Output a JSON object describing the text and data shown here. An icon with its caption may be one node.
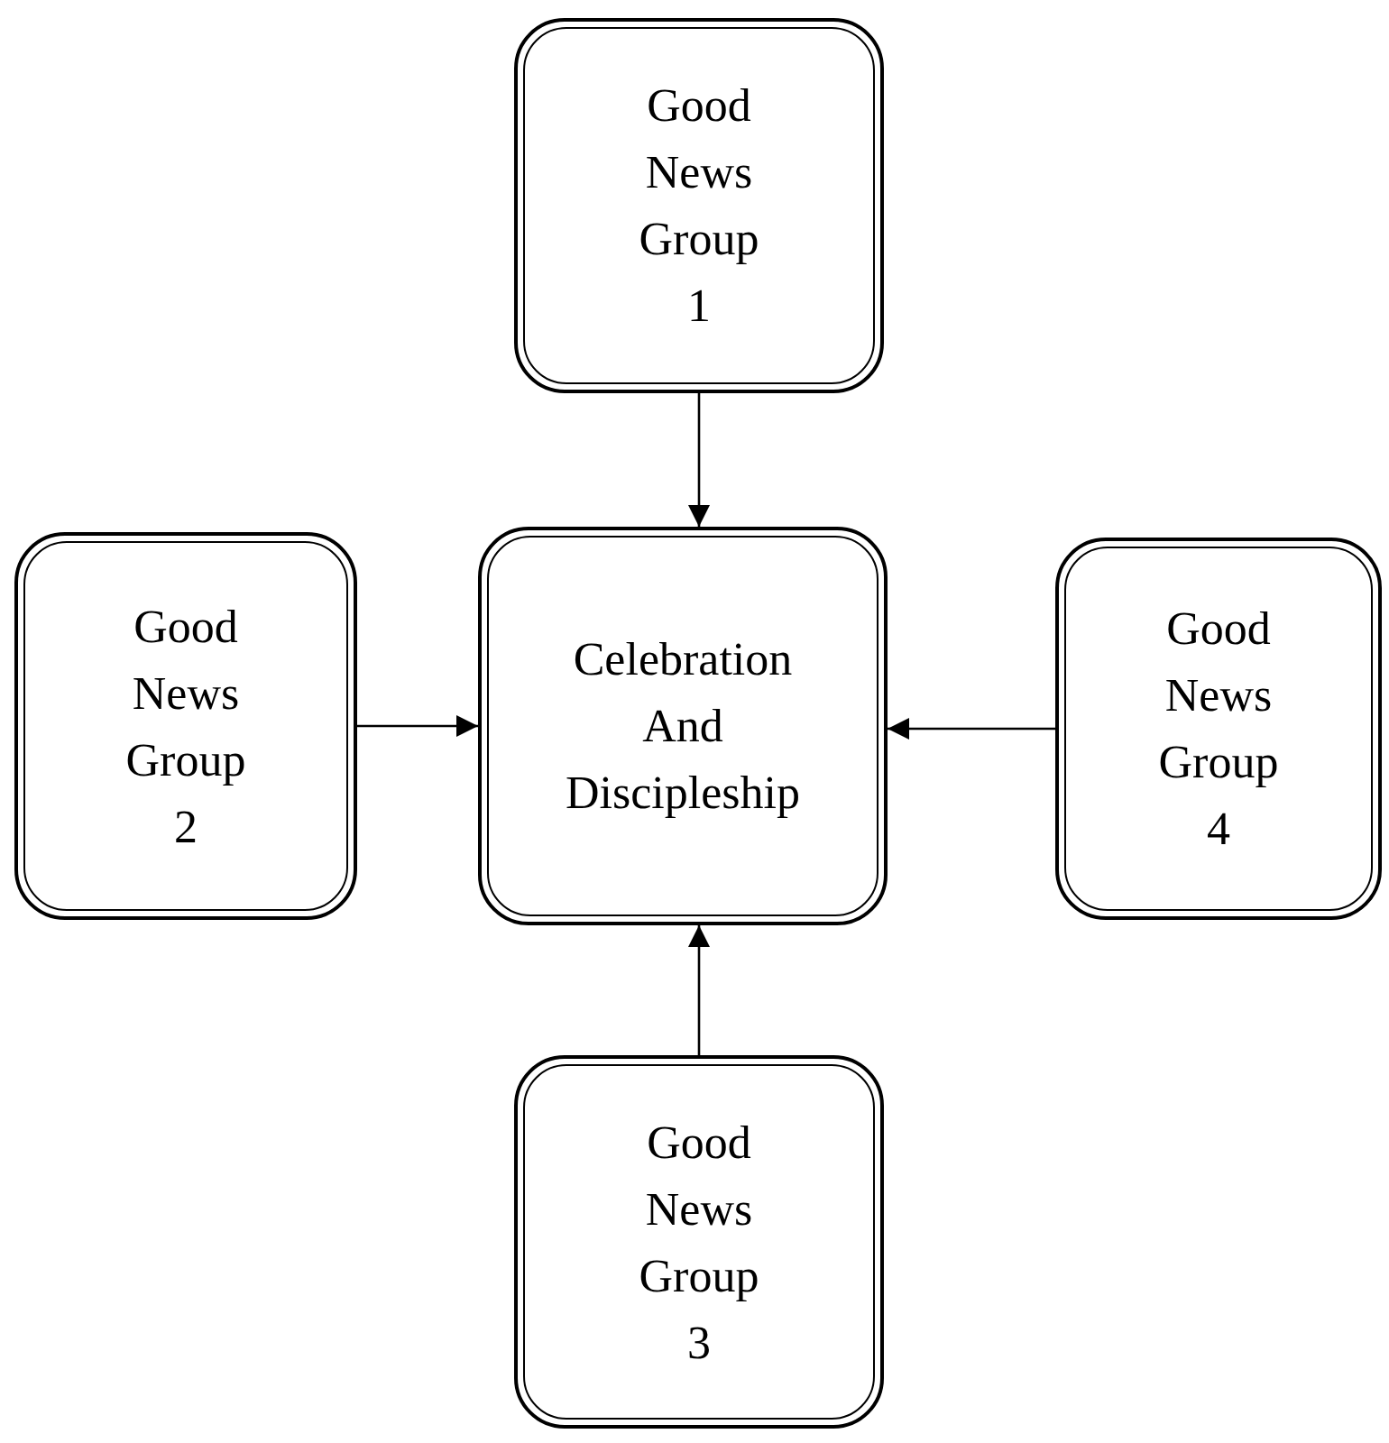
{
  "diagram": {
    "nodes": [
      {
        "text": [
          "Good News Group 1"
        ]
      },
      {
        "text": [
          "Good News Group 2"
        ]
      },
      {
        "text": [
          "Celebration And Discipleship"
        ]
      },
      {
        "text": [
          "Good News Group 4"
        ]
      },
      {
        "text": [
          "Good News Group 3"
        ]
      }
    ],
    "edges": [
      {
        "from": 0,
        "to": 2,
        "arrow": "to"
      },
      {
        "from": 1,
        "to": 2,
        "arrow": "to"
      },
      {
        "from": 3,
        "to": 2,
        "arrow": "to"
      },
      {
        "from": 4,
        "to": 2,
        "arrow": "to"
      }
    ]
  }
}
